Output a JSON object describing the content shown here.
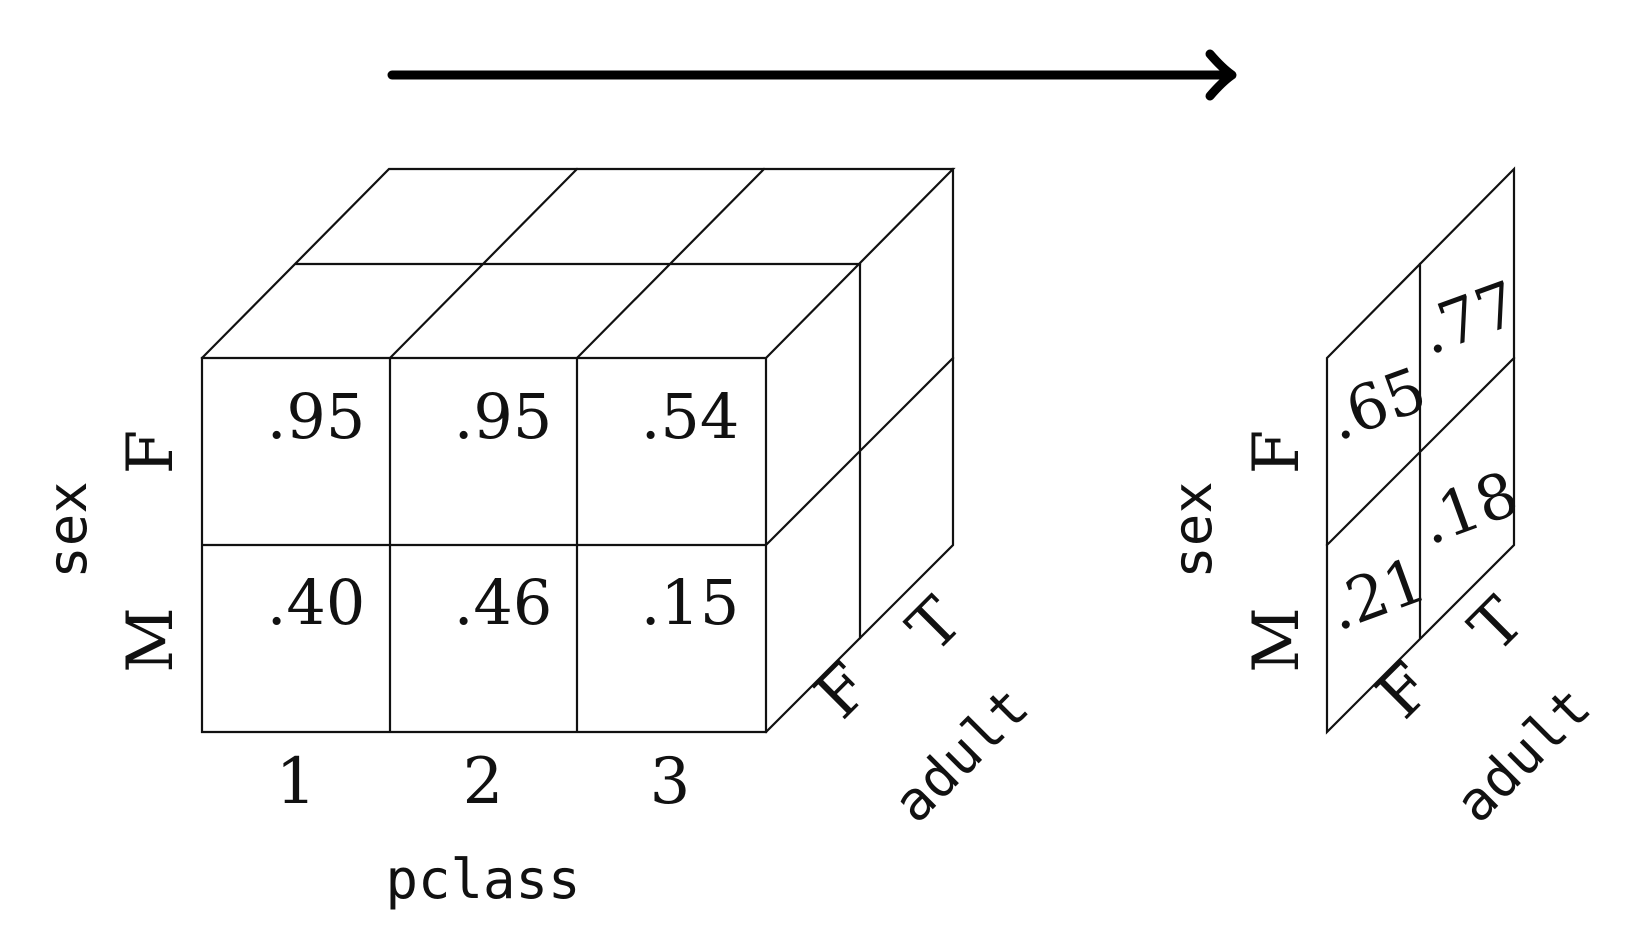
{
  "cube": {
    "values": [
      [
        ".95",
        ".95",
        ".54"
      ],
      [
        ".40",
        ".46",
        ".15"
      ]
    ],
    "sex_axis": {
      "label": "sex",
      "levels": [
        "F",
        "M"
      ]
    },
    "pclass_axis": {
      "label": "pclass",
      "levels": [
        "1",
        "2",
        "3"
      ]
    },
    "adult_axis": {
      "label": "adult",
      "levels": [
        "F",
        "T"
      ]
    }
  },
  "slice": {
    "values": [
      [
        ".65",
        ".77"
      ],
      [
        ".21",
        ".18"
      ]
    ],
    "sex_axis": {
      "label": "sex",
      "levels": [
        "F",
        "M"
      ]
    },
    "adult_axis": {
      "label": "adult",
      "levels": [
        "F",
        "T"
      ]
    }
  },
  "arrow": {
    "icon": "right-arrow-icon",
    "color": "#000000"
  }
}
